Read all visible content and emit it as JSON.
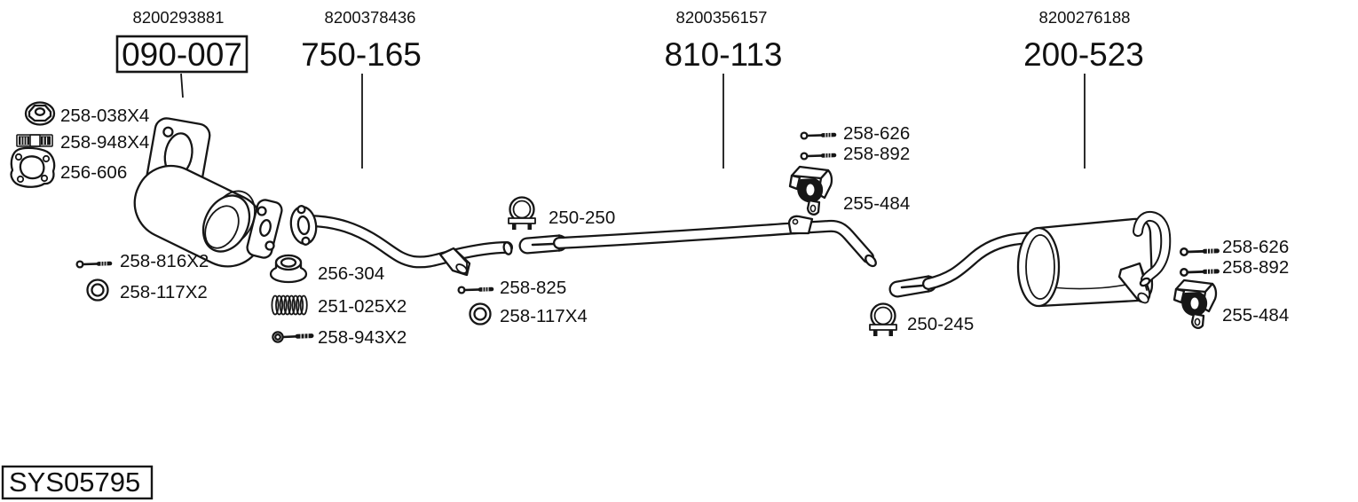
{
  "diagram_code": "SYS05795",
  "assemblies": [
    {
      "oem": "8200293881",
      "part_number": "090-007",
      "boxed": true,
      "component": "catalytic-converter"
    },
    {
      "oem": "8200378436",
      "part_number": "750-165",
      "boxed": false,
      "component": "front-pipe"
    },
    {
      "oem": "8200356157",
      "part_number": "810-113",
      "boxed": false,
      "component": "center-pipe"
    },
    {
      "oem": "8200276188",
      "part_number": "200-523",
      "boxed": false,
      "component": "rear-muffler"
    }
  ],
  "part_labels": [
    {
      "id": "258-038X4",
      "icon": "flange-nut-icon"
    },
    {
      "id": "258-948X4",
      "icon": "clamp-band-icon"
    },
    {
      "id": "256-606",
      "icon": "flange-gasket-icon"
    },
    {
      "id": "258-816X2",
      "icon": "bolt-icon"
    },
    {
      "id": "258-117X2",
      "icon": "ring-gasket-icon"
    },
    {
      "id": "256-304",
      "icon": "cone-gasket-icon"
    },
    {
      "id": "251-025X2",
      "icon": "spring-icon"
    },
    {
      "id": "258-943X2",
      "icon": "flanged-bolt-icon"
    },
    {
      "id": "250-250",
      "icon": "pipe-clamp-icon"
    },
    {
      "id": "258-825",
      "icon": "bolt-icon"
    },
    {
      "id": "258-117X4",
      "icon": "ring-gasket-icon"
    },
    {
      "id": "258-626",
      "icon": "bolt-icon"
    },
    {
      "id": "258-892",
      "icon": "bolt-icon"
    },
    {
      "id": "255-484",
      "icon": "rubber-hanger-icon"
    },
    {
      "id": "250-245",
      "icon": "pipe-clamp-icon"
    },
    {
      "id": "258-626",
      "icon": "bolt-icon"
    },
    {
      "id": "258-892",
      "icon": "bolt-icon"
    },
    {
      "id": "255-484",
      "icon": "rubber-hanger-icon"
    }
  ],
  "colors": {
    "line": "#161616",
    "background": "#ffffff"
  }
}
